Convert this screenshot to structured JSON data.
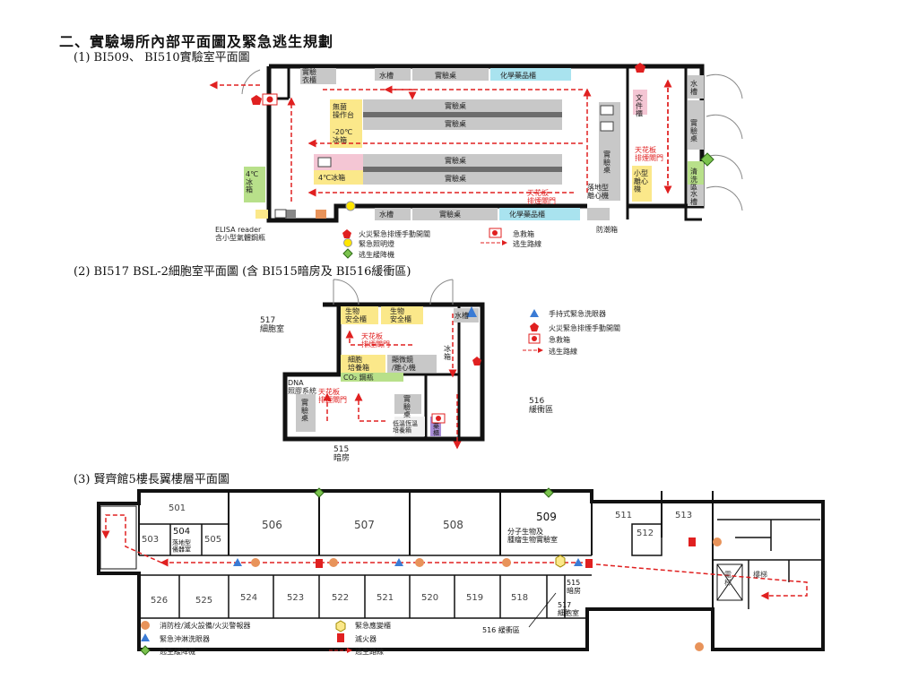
{
  "heading": "二、實驗場所內部平面圖及緊急逃生規劃",
  "sections": {
    "s1": "(1) BI509、 BI510實驗室平面圖",
    "s2": "(2) BI517 BSL-2細胞室平面圖 (含 BI515暗房及 BI516緩衝區)",
    "s3": "(3) 賢齊館5樓長翼樓層平面圖"
  },
  "plan1": {
    "labels": {
      "coat": "實驗\n衣櫃",
      "sink_top": "水槽",
      "bench_top": "實驗桌",
      "chem_top": "化學藥品櫃",
      "sink_r1": "水\n槽",
      "bench_r": "實\n驗\n桌",
      "sink_r2": "水\n槽",
      "wash": "清\n洗\n區",
      "clean": "無菌\n操作台",
      "freezer20": "-20℃\n冰箱",
      "bench_m1": "實驗桌",
      "bench_m2": "實驗桌",
      "bench_m3": "實驗桌",
      "bench_m4": "實驗桌",
      "fridge4": "4℃冰箱",
      "fridge4b": "4℃\n冰\n箱",
      "bench_v": "實\n驗\n桌",
      "doc": "文\n件\n櫃",
      "ceiling1": "天花板\n排煙閘門",
      "ceiling2": "天花板\n排煙閘門",
      "centrifuge": "落地型\n離心機",
      "small_cf": "小型\n離心\n機",
      "sink_bot": "水槽",
      "bench_bot": "實驗桌",
      "chem_bot": "化學藥品櫃",
      "elisa": "ELISA reader\n含小型氣體鋼瓶",
      "moisture": "防潮箱"
    },
    "legend": [
      {
        "icon": "pentagon",
        "text": "火災緊急排煙手動開關"
      },
      {
        "icon": "firstaid",
        "text": "急救箱"
      },
      {
        "icon": "circle",
        "text": "緊急照明燈"
      },
      {
        "icon": "arrow",
        "text": "逃生路線"
      },
      {
        "icon": "diamond",
        "text": "逃生緩降機"
      }
    ]
  },
  "plan2": {
    "labels": {
      "bsc1": "生物\n安全櫃",
      "bsc2": "生物\n安全櫃",
      "sink": "水槽",
      "room517": "517\n細胞室",
      "ceiling": "天花板\n排煙閘門",
      "fridge": "冰\n箱",
      "incub": "細胞\n培養箱",
      "micro": "顯微鏡\n/離心機",
      "co2": "CO₂ 鋼瓶",
      "dna": "DNA\n照膠系統",
      "ceiling2": "天花板\n排煙閘門",
      "bench1": "實\n驗\n桌",
      "bench2": "實\n驗\n桌",
      "lowtemp": "低溫恆溫\n培養箱",
      "room516": "516\n緩衝區",
      "room515": "515\n暗房",
      "cab": "藥\n櫃"
    },
    "legend": [
      {
        "icon": "triangle",
        "text": "手持式緊急洗眼器"
      },
      {
        "icon": "pentagon",
        "text": "火災緊急排煙手動開關"
      },
      {
        "icon": "firstaid",
        "text": "急救箱"
      },
      {
        "icon": "arrow",
        "text": "逃生路線"
      }
    ]
  },
  "plan3": {
    "rooms_top": [
      "501",
      "504",
      "503",
      "505",
      "506",
      "507",
      "508",
      "509",
      "511",
      "513",
      "512"
    ],
    "r504_sub": "落地型\n儀器室",
    "r509_sub": "分子生物及\n腫瘤生物實驗室",
    "rooms_bot": [
      "526",
      "525",
      "524",
      "523",
      "522",
      "521",
      "520",
      "519",
      "518"
    ],
    "r515": "515\n暗房",
    "r517": "517\n細胞室",
    "elev": "電\n梯",
    "stair": "樓梯",
    "buffer": "516 緩衝區",
    "legend": [
      {
        "icon": "orange",
        "text": "消防栓/滅火設備/火災警報器"
      },
      {
        "icon": "hexagon",
        "text": "緊急應變櫃"
      },
      {
        "icon": "triangle",
        "text": "緊急沖淋洗眼器"
      },
      {
        "icon": "extinguisher",
        "text": "滅火器"
      },
      {
        "icon": "diamond",
        "text": "逃生緩降機"
      },
      {
        "icon": "arrow",
        "text": "逃生路線"
      }
    ]
  },
  "colors": {
    "yellow": "#fbe88a",
    "gray": "#c8c8c8",
    "cyan": "#a9e3ef",
    "pink": "#f4c6d4",
    "green": "#b8e08a",
    "dark": "#6c6c6c",
    "red": "#e02020",
    "orange": "#e8935a",
    "lightgreen": "#7bc34e"
  }
}
